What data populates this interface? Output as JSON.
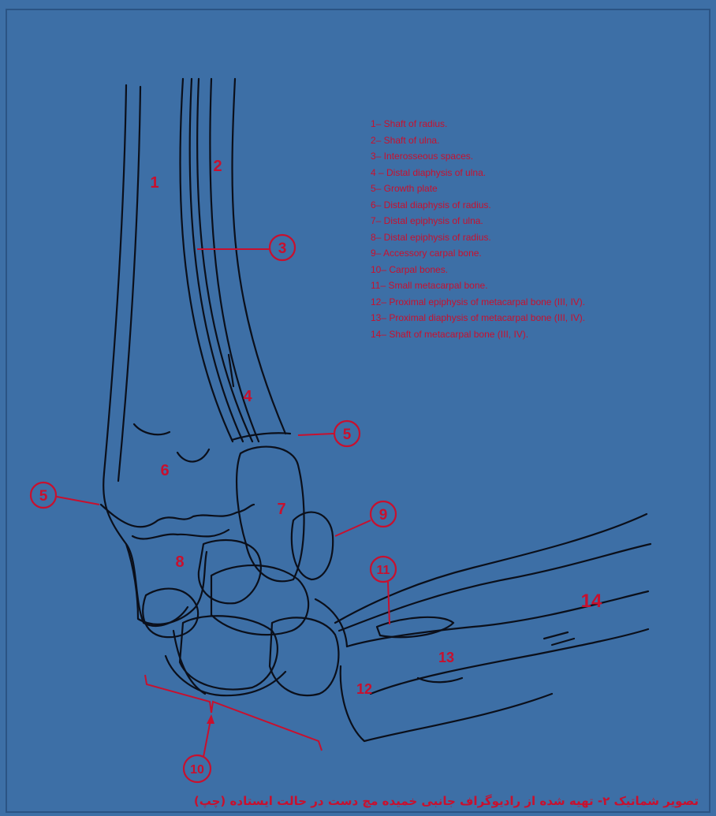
{
  "legend": [
    "1– Shaft of radius.",
    "2– Shaft of ulna.",
    "3– Interosseous spaces.",
    "4 – Distal diaphysis of ulna.",
    "5– Growth plate",
    "6– Distal diaphysis of radius.",
    "7– Distal epiphysis of ulna.",
    "8– Distal epiphysis of radius.",
    "9– Accessory carpal bone.",
    "10– Carpal bones.",
    "11– Small metacarpal bone.",
    "12– Proximal epiphysis of metacarpal bone (III, IV).",
    "13– Proximal diaphysis of metacarpal bone (III, IV).",
    "14– Shaft of metacarpal bone (III, IV)."
  ],
  "labels": {
    "l1": "1",
    "l2": "2",
    "l4": "4",
    "l6": "6",
    "l7": "7",
    "l8": "8",
    "l12": "12",
    "l13": "13",
    "l14": "14"
  },
  "callouts": {
    "c3": "3",
    "c5a": "5",
    "c5b": "5",
    "c9": "9",
    "c10": "10",
    "c11": "11"
  },
  "caption": "تصویر شماتیک ۲- تهیه شده از رادیوگراف جانبی خمیده مچ دست در حالت ایستاده (چپ)",
  "colors": {
    "background": "#3d6fa6",
    "label": "#c8102e",
    "line": "#0b0f1a"
  }
}
